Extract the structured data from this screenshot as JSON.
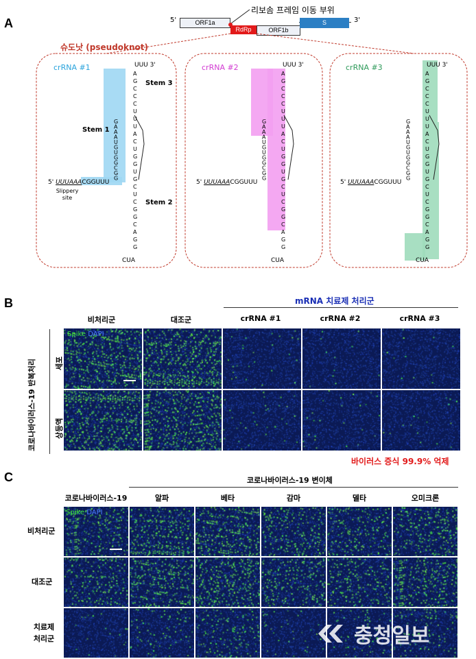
{
  "panelA": {
    "letter": "A",
    "site_label": "리보솜 프레임 이동 부위",
    "five": "5'",
    "three": "3'",
    "genes": {
      "orf1a": "ORF1a",
      "rdrp": "RdRp",
      "orf1b": "ORF1b",
      "s": "S"
    },
    "pseudoknot": "슈도낫 (pseudoknot)",
    "crrna1": "crRNA #1",
    "crrna2": "crRNA #2",
    "crrna3": "crRNA #3",
    "stem1": "Stem 1",
    "stem2": "Stem 2",
    "stem3": "Stem 3",
    "uuu3": "UUU 3'",
    "five_seq_ul": "UUUAAA",
    "five_seq": "CGGUUU",
    "five_prefix": "5'",
    "slippery": "Slippery site",
    "loop_bottom": "CUA",
    "colors": {
      "c1": "#29a3dc",
      "c2": "#d23bd2",
      "c3": "#2e9a5a"
    }
  },
  "panelB": {
    "letter": "B",
    "group_label": "mRNA 치료제 처리군",
    "cols": [
      "비처리군",
      "대조군",
      "crRNA #1",
      "crRNA #2",
      "crRNA #3"
    ],
    "row_super": "코로나바이러스-19 반복처리",
    "rows": [
      "세포",
      "상등액"
    ],
    "legend_spike": "Spike",
    "legend_dapi": "DAPI",
    "caption": "바이러스 증식 99.9% 억제"
  },
  "panelC": {
    "letter": "C",
    "variant_header": "코로나바이러스-19 변이체",
    "cols": [
      "코로나바이러스-19",
      "알파",
      "베타",
      "감마",
      "델타",
      "오미크론"
    ],
    "rows": [
      "비처리군",
      "대조군",
      "치료제\n처리군"
    ],
    "legend_spike": "Spike",
    "legend_dapi": "DAPI",
    "watermark": "충청일보"
  },
  "micrographs": {
    "B": [
      [
        0.8,
        0.85,
        0.05,
        0.02,
        0.02
      ],
      [
        0.85,
        0.8,
        0.06,
        0.05,
        0.03
      ]
    ],
    "C": [
      [
        0.55,
        0.7,
        0.75,
        0.55,
        0.45,
        0.6
      ],
      [
        0.5,
        0.7,
        0.75,
        0.55,
        0.5,
        0.7
      ],
      [
        0.05,
        0.2,
        0.35,
        0.1,
        0.15,
        0.25
      ]
    ]
  }
}
